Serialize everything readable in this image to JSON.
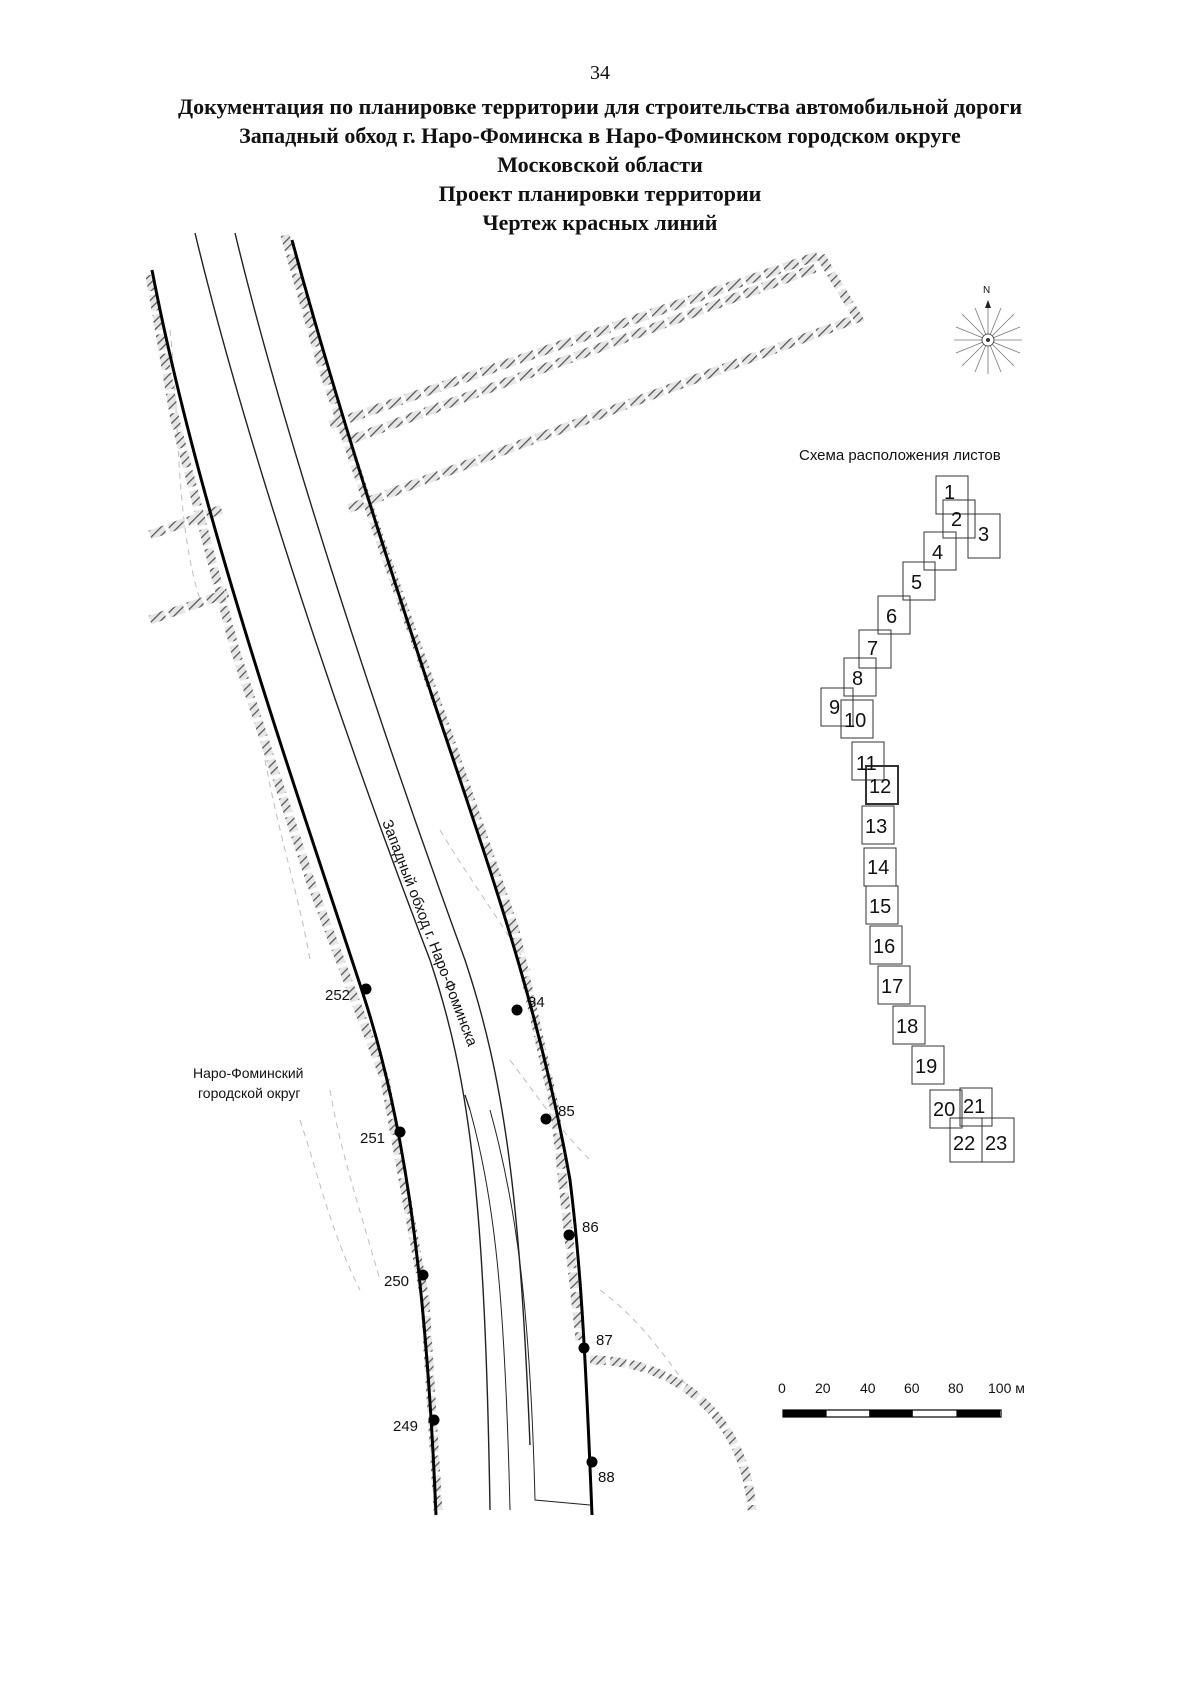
{
  "page_number": "34",
  "title_lines": [
    "Документация по планировке территории для строительства автомобильной дороги",
    "Западный обход г. Наро-Фоминска в Наро-Фоминском городском округе",
    "Московской области",
    "Проект планировки территории",
    "Чертеж красных линий"
  ],
  "road_label": "Западный обход г. Наро-Фоминска",
  "district_label_lines": [
    "Наро-Фоминский",
    "городской округ"
  ],
  "compass_north": "N",
  "scheme": {
    "title": "Схема расположения листов",
    "sheets": [
      "1",
      "2",
      "3",
      "4",
      "5",
      "6",
      "7",
      "8",
      "9",
      "10",
      "11",
      "12",
      "13",
      "14",
      "15",
      "16",
      "17",
      "18",
      "19",
      "20",
      "21",
      "22",
      "23"
    ]
  },
  "points_left": [
    "252",
    "251",
    "250",
    "249"
  ],
  "points_right": [
    "84",
    "85",
    "86",
    "87",
    "88"
  ],
  "scale_bar": {
    "ticks": [
      "0",
      "20",
      "40",
      "60",
      "80",
      "100 м"
    ]
  }
}
